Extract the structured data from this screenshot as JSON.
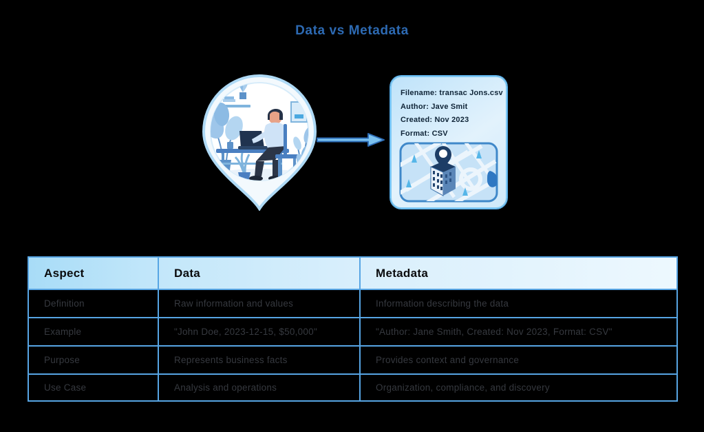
{
  "title": "Data vs Metadata",
  "colors": {
    "background": "#000000",
    "title_text": "#2d6ab3",
    "table_border": "#57a5e4",
    "header_gradient_start": "#a8dcf7",
    "header_gradient_end": "#edf8fe",
    "header_text": "#0a0b0d",
    "row_text": "#36393f",
    "card_border": "#7ec8f3",
    "card_background": "#cfe9fa",
    "card_text": "#0f2437",
    "arrow_fill": "#7cc2f0",
    "arrow_stroke": "#2e6db6"
  },
  "illustration": {
    "pin_icon": "location-pin-with-person-working-at-desk",
    "document_icon": "file-page-with-folded-corner",
    "arrow_icon": "right-arrow"
  },
  "metadata_card": {
    "lines": [
      "Filename: transac Jons.csv",
      "Author: Jave Smit",
      "Created: Nov 2023",
      "Format: CSV"
    ],
    "map_icon": "city-map-with-building-and-location-pin"
  },
  "table": {
    "headers": [
      "Aspect",
      "Data",
      "Metadata"
    ],
    "rows": [
      [
        "Definition",
        "Raw information and values",
        "Information describing the data"
      ],
      [
        "Example",
        "\"John Doe, 2023-12-15, $50,000\"",
        "\"Author: Jane Smith, Created: Nov 2023, Format: CSV\""
      ],
      [
        "Purpose",
        "Represents business facts",
        "Provides context and governance"
      ],
      [
        "Use Case",
        "Analysis and operations",
        "Organization, compliance, and discovery"
      ]
    ]
  }
}
